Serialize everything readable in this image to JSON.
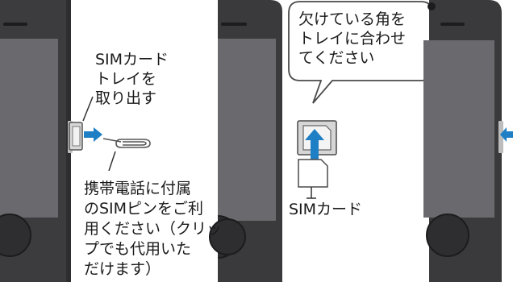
{
  "step1": {
    "instruction_lines": [
      "SIMカード",
      "トレイを",
      "取り出す"
    ]
  },
  "clip_note": {
    "lines": [
      "携帯電話に付属",
      "のSIMピンをご利",
      "用ください（クリッ",
      "プでも代用いた",
      "だけます）"
    ]
  },
  "step2": {
    "callout_lines": [
      "欠けている角を",
      "トレイに合わせ",
      "てください"
    ],
    "card_label": "SIMカード"
  },
  "colors": {
    "phone_body": "#3a3a3c",
    "phone_screen": "#636366",
    "arrow": "#1f7fc4",
    "tray": "#c8c8c8",
    "text": "#1a1a1a"
  }
}
